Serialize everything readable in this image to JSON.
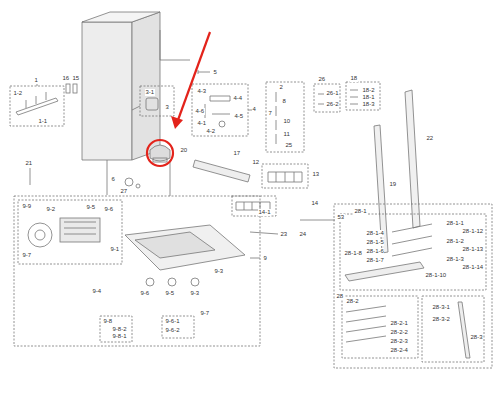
{
  "diagram": {
    "labels": [
      "1",
      "16",
      "15",
      "1-2",
      "1-1",
      "5",
      "3-1",
      "3",
      "4",
      "4-3",
      "4-4",
      "4-5",
      "4-6",
      "4-1",
      "4-2",
      "2",
      "8",
      "7",
      "10",
      "11",
      "25",
      "26",
      "26-1",
      "26-2",
      "18",
      "18-2",
      "18-1",
      "18-3",
      "22",
      "21",
      "20",
      "17",
      "12",
      "13",
      "19",
      "6",
      "27",
      "14",
      "14-1",
      "53",
      "23",
      "24",
      "9",
      "9-9",
      "9-2",
      "9-5",
      "9-6",
      "9-7",
      "9-1",
      "9-3",
      "9-4",
      "9-6",
      "9-5",
      "9-3",
      "9-8",
      "9-8-2",
      "9-8-1",
      "9-6-1",
      "9-6-2",
      "9-7",
      "28",
      "28-1",
      "28-1-1",
      "28-1-12",
      "28-1-2",
      "28-1-13",
      "28-1-3",
      "28-1-14",
      "28-1-4",
      "28-1-5",
      "28-1-6",
      "28-1-7",
      "28-1-8",
      "28-1-10",
      "28-2",
      "28-2-1",
      "28-2-2",
      "28-2-3",
      "28-2-4",
      "28-3",
      "28-3-1",
      "28-3-2"
    ]
  }
}
